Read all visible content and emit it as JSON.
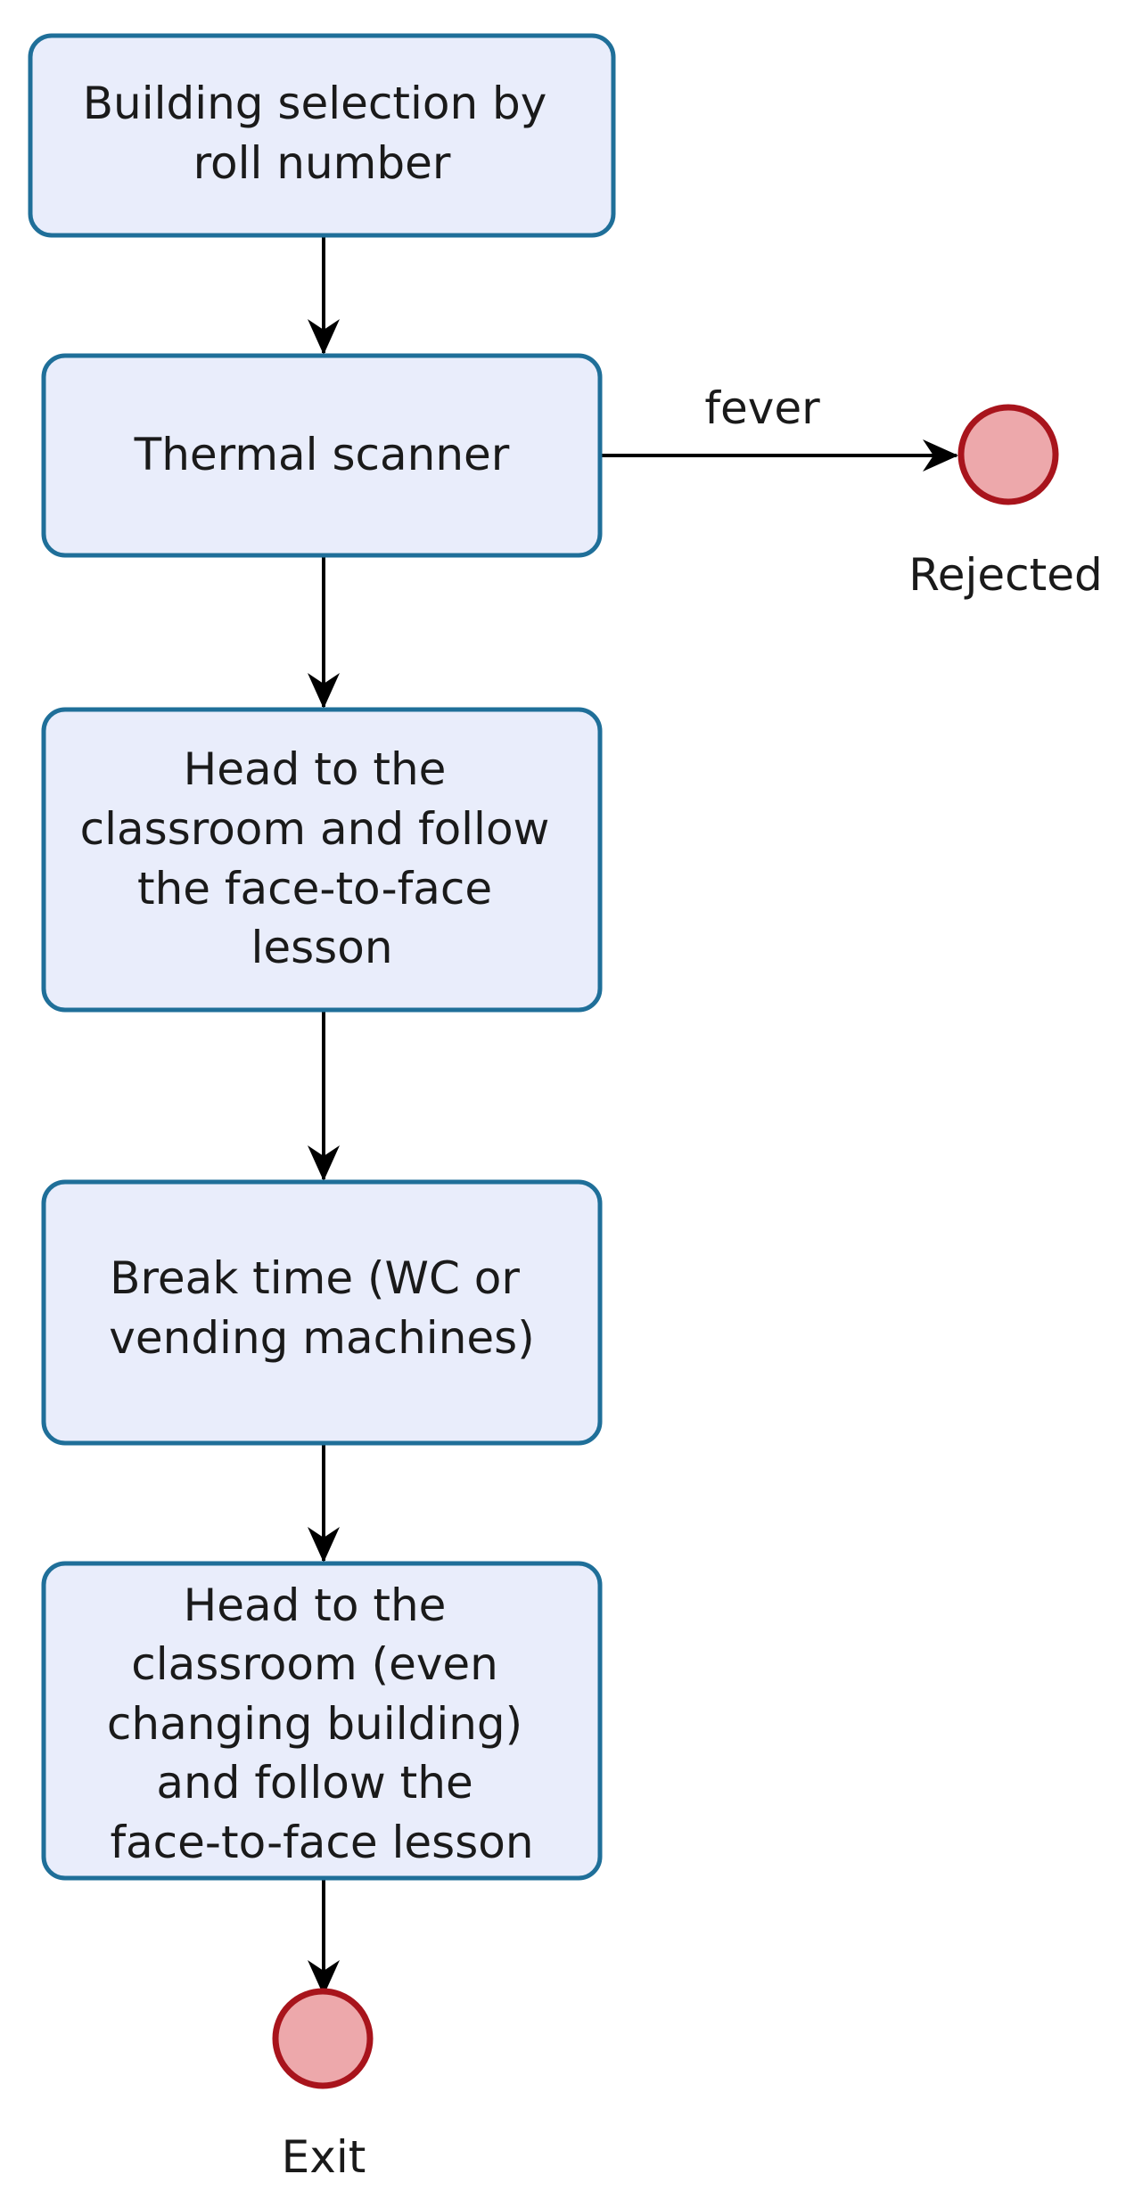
{
  "colors": {
    "box_fill": "#e9edfb",
    "box_stroke": "#1f6f99",
    "end_fill": "#eda8ab",
    "end_stroke": "#a8141c",
    "line": "#000000",
    "text": "#1a1a1a"
  },
  "nodes": [
    {
      "id": "building-selection",
      "lines": [
        "Building selection by",
        "roll number"
      ]
    },
    {
      "id": "thermal-scanner",
      "lines": [
        "Thermal scanner"
      ]
    },
    {
      "id": "classroom-lesson",
      "lines": [
        "Head to the",
        "classroom and follow",
        "the face-to-face",
        "lesson"
      ]
    },
    {
      "id": "break-time",
      "lines": [
        "Break time (WC or",
        "vending machines)"
      ]
    },
    {
      "id": "classroom-change",
      "lines": [
        "Head to the",
        "classroom (even",
        "changing building)",
        "and follow the",
        "face-to-face lesson"
      ]
    }
  ],
  "end_nodes": [
    {
      "id": "rejected",
      "label": "Rejected"
    },
    {
      "id": "exit",
      "label": "Exit"
    }
  ],
  "edges": [
    {
      "from": "building-selection",
      "to": "thermal-scanner",
      "label": ""
    },
    {
      "from": "thermal-scanner",
      "to": "rejected",
      "label": "fever"
    },
    {
      "from": "thermal-scanner",
      "to": "classroom-lesson",
      "label": ""
    },
    {
      "from": "classroom-lesson",
      "to": "break-time",
      "label": ""
    },
    {
      "from": "break-time",
      "to": "classroom-change",
      "label": ""
    },
    {
      "from": "classroom-change",
      "to": "exit",
      "label": ""
    }
  ]
}
